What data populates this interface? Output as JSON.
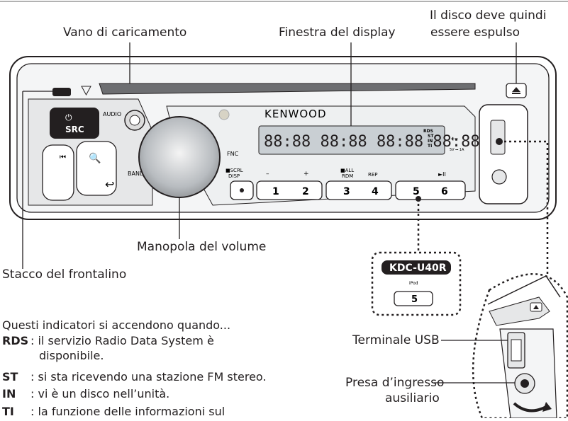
{
  "callouts": {
    "loading_slot": "Vano di caricamento",
    "display_window": "Finestra del display",
    "eject_line1": "Il disco deve quindi",
    "eject_line2": "essere espulso",
    "volume_knob": "Manopola del volume",
    "faceplate_release": "Stacco del frontalino",
    "usb_terminal": "Terminale USB",
    "aux_line1": "Presa d’ingresso",
    "aux_line2": "ausiliario"
  },
  "device": {
    "brand": "KENWOOD",
    "model_badge": "KDC-U40R",
    "display_digits": "88:88 88:88 88:88 88:88",
    "display_indicators": [
      "RDS",
      "ST",
      "IN",
      "TI"
    ],
    "usb_rating": "5V ⎓ 1A",
    "buttons": {
      "src_power": "⏻",
      "src": "SRC",
      "audio": "AUDIO",
      "band": "BAND",
      "fnc": "FNC",
      "scrl": "■SCRL",
      "disp": "DISP",
      "minus": "–",
      "plus": "+",
      "all": "■ALL",
      "rdm": "RDM",
      "rep": "REP",
      "play_pause": "►II",
      "presets": [
        "1",
        "2",
        "3",
        "4",
        "5",
        "6"
      ],
      "ipod": "iPod",
      "badge_preset": "5"
    }
  },
  "indicators": {
    "intro": "Questi indicatori si accendono quando...",
    "items": [
      {
        "code": "RDS",
        "text": "il servizio Radio Data System è",
        "text2": "disponibile."
      },
      {
        "code": "ST",
        "text": "si sta ricevendo una stazione FM stereo.",
        "text2": ""
      },
      {
        "code": "IN",
        "text": "vi è un disco nell’unità.",
        "text2": ""
      },
      {
        "code": "TI",
        "text": "la funzione delle informazioni sul",
        "text2": ""
      }
    ]
  },
  "colors": {
    "line": "#231f20",
    "panel": "#e6e7e8",
    "display_bg": "#c9cfd3",
    "knob": "#b8bcc0"
  }
}
